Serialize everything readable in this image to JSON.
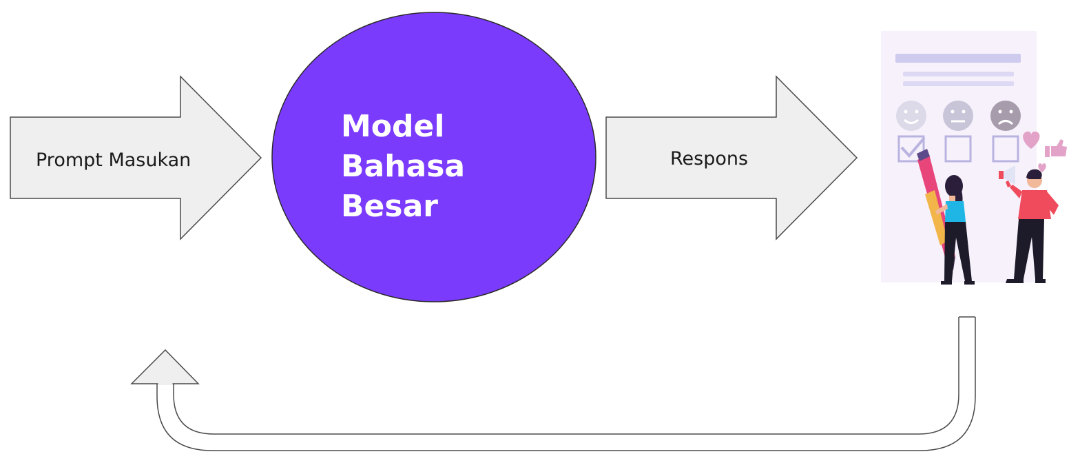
{
  "input_arrow": {
    "label": "Prompt Masukan"
  },
  "model": {
    "title_lines": [
      "Model",
      "Bahasa",
      "Besar"
    ]
  },
  "output_arrow": {
    "label": "Respons"
  },
  "feedback_illustration": {
    "icons": [
      "smiley-happy-icon",
      "smiley-neutral-icon",
      "smiley-sad-icon",
      "checkbox-checked-icon",
      "checkbox-empty-icon",
      "heart-icon",
      "thumbs-up-icon",
      "megaphone-icon",
      "pen-icon"
    ]
  },
  "colors": {
    "model_fill": "#7b3bfc",
    "arrow_fill": "#efefef",
    "arrow_stroke": "#4a4a4a",
    "illustration_bg": "#f7f1fb",
    "accent_pink": "#e8457a",
    "survey_purple": "#b9b3e0"
  }
}
